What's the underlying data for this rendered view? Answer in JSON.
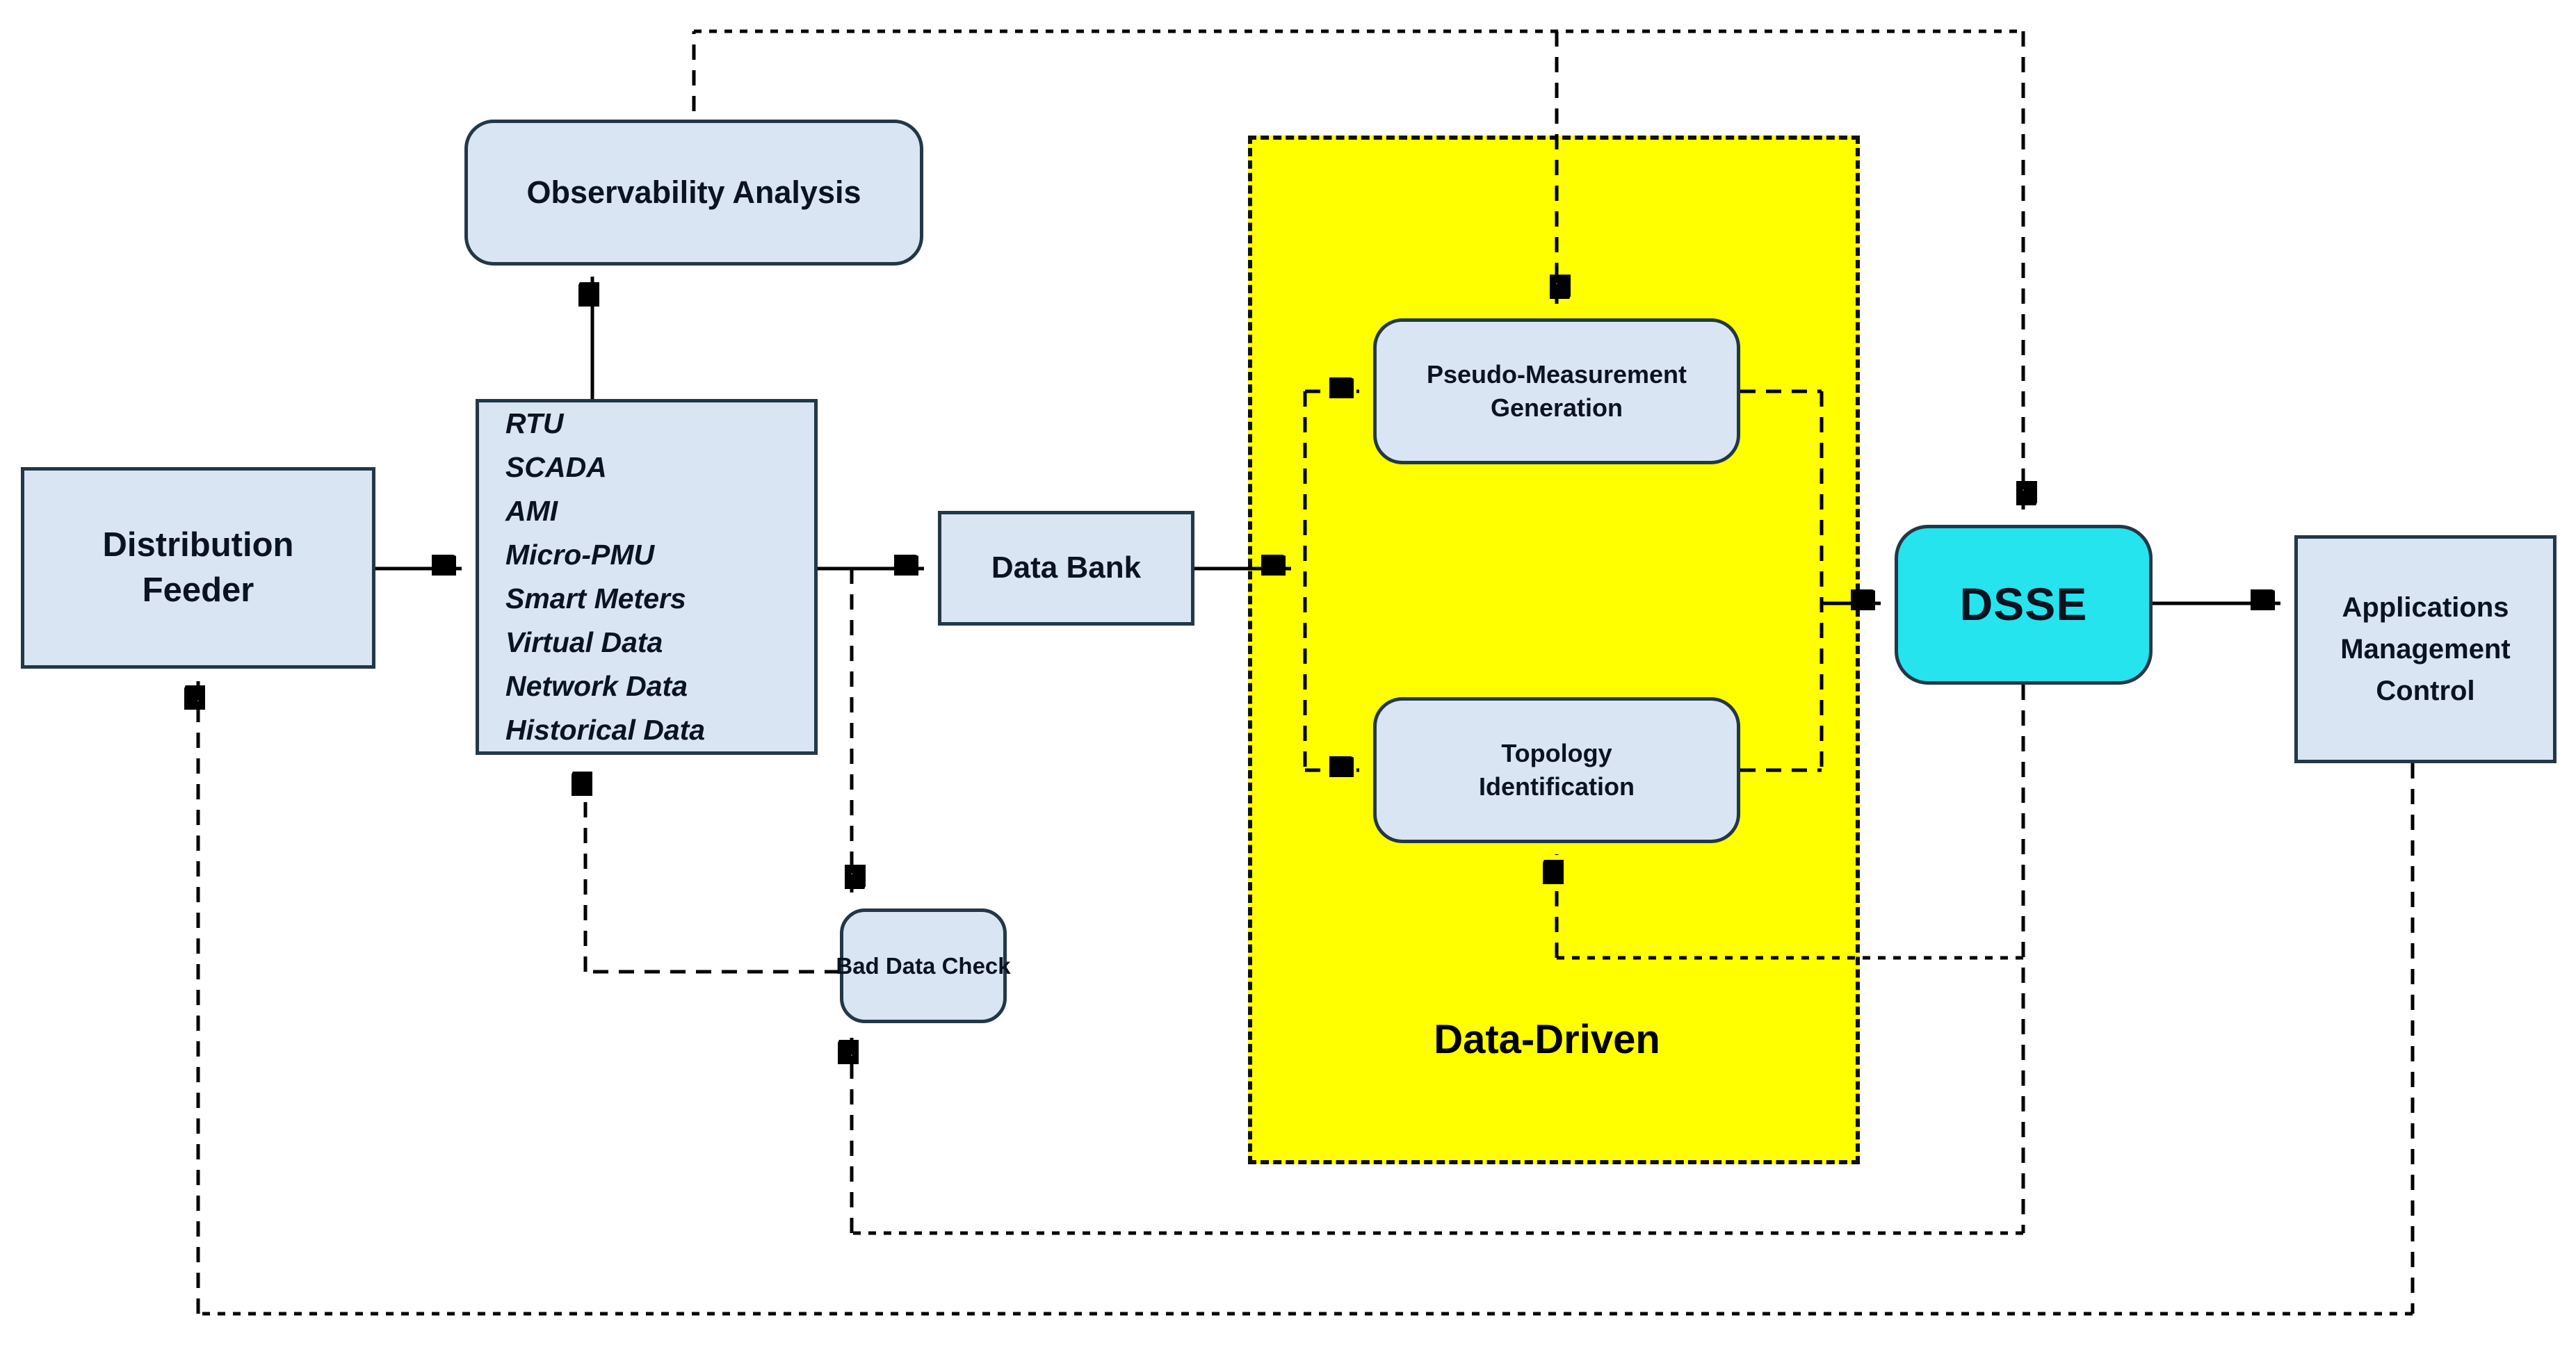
{
  "diagram_title": "DSSE data-driven distribution system state estimation flowchart",
  "nodes": {
    "distribution_feeder": {
      "label_lines": [
        "Distribution",
        "Feeder"
      ]
    },
    "data_sources": {
      "items": [
        "RTU",
        "SCADA",
        "AMI",
        "Micro-PMU",
        "Smart Meters",
        "Virtual Data",
        "Network Data",
        "Historical Data"
      ]
    },
    "observability_analysis": {
      "label": "Observability Analysis"
    },
    "data_bank": {
      "label": "Data Bank"
    },
    "pseudo_measurement": {
      "label_lines": [
        "Pseudo-Measurement",
        "Generation"
      ]
    },
    "topology_identification": {
      "label_lines": [
        "Topology",
        "Identification"
      ]
    },
    "dsse": {
      "label": "DSSE"
    },
    "applications_management_control": {
      "label_lines": [
        "Applications",
        "Management",
        "Control"
      ]
    },
    "bad_data_check": {
      "label": "Bad Data Check"
    },
    "data_driven_region": {
      "label": "Data-Driven"
    }
  },
  "colors": {
    "box_fill": "#d9e5f3",
    "box_border": "#233746",
    "dsse_fill": "#25e4ee",
    "region_fill": "#ffff00",
    "line_color": "#000000",
    "text_color": "#0b1320",
    "background": "#ffffff"
  }
}
